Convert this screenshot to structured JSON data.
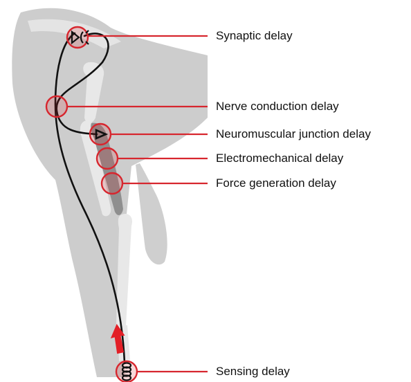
{
  "colors": {
    "accent": "#d7262e",
    "body_silhouette": "#cdcdcd",
    "bone": "#e6e6e6",
    "muscle": "#8f8f8f",
    "nerve": "#111111",
    "text": "#111111"
  },
  "labels": {
    "synaptic": "Synaptic delay",
    "nerve_conduction": "Nerve conduction delay",
    "neuromuscular_junction": "Neuromuscular junction delay",
    "electromechanical": "Electromechanical delay",
    "force_generation": "Force generation delay",
    "sensing": "Sensing delay"
  },
  "icons": {
    "arrow": "signal-direction-arrow-up",
    "synapse": "synapse-icon",
    "junction": "junction-triangle-icon",
    "receptor": "receptor-coil-icon"
  }
}
